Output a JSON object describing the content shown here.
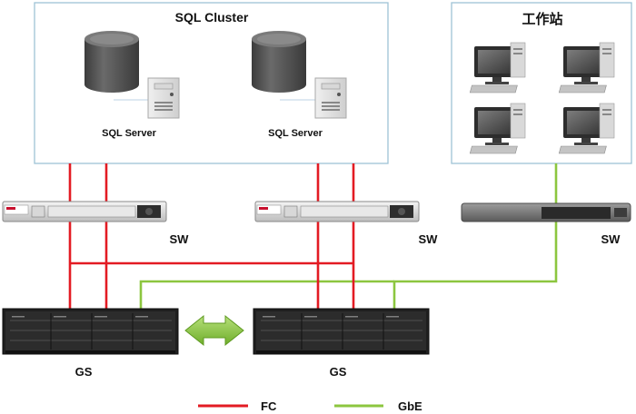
{
  "cluster": {
    "title": "SQL Cluster",
    "server_labels": [
      "SQL Server",
      "SQL Server"
    ]
  },
  "workstation_group": {
    "title": "工作站",
    "count": 4
  },
  "switch_label": "SW",
  "storage_label": "GS",
  "legend": [
    {
      "name": "FC",
      "color": "#e31b23"
    },
    {
      "name": "GbE",
      "color": "#8cc63f"
    }
  ],
  "colors": {
    "fc": "#e31b23",
    "gbe": "#8cc63f",
    "box_border": "#9ec3d6",
    "db_cylinder": "#595959",
    "arrow": "#8cc63f"
  },
  "icons": {
    "database": "database-icon",
    "server_tower": "server-tower-icon",
    "fc_switch": "fc-switch-icon",
    "ethernet_switch": "ethernet-switch-icon",
    "storage": "storage-array-icon",
    "workstation": "desktop-computer-icon",
    "replication": "double-arrow-icon"
  }
}
